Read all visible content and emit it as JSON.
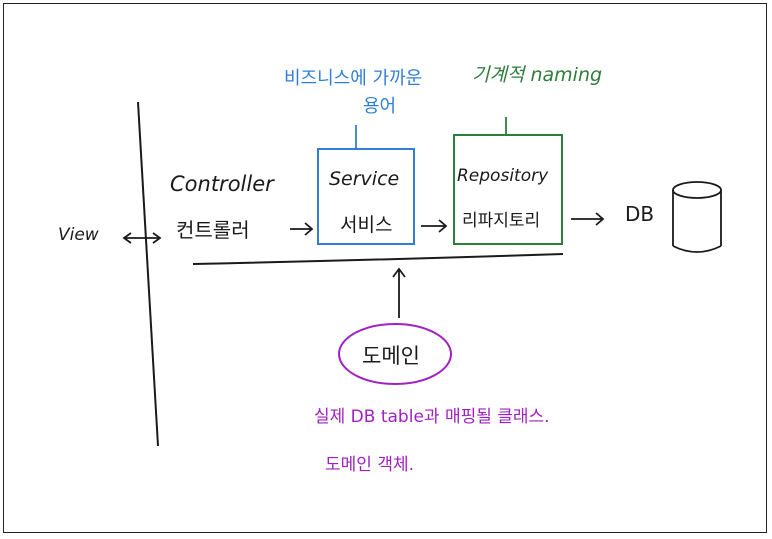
{
  "diagram": {
    "labels": {
      "view": "View",
      "controller_en": "Controller",
      "controller_ko": "컨트롤러",
      "service_en": "Service",
      "service_ko": "서비스",
      "repository_en": "Repository",
      "repository_ko": "리파지토리",
      "db": "DB",
      "domain": "도메인",
      "service_note_line1": "비즈니스에 가까운",
      "service_note_line2": "용어",
      "repository_note": "기계적 naming",
      "domain_note_line1": "실제 DB table과 매핑될 클래스.",
      "domain_note_line2": "도메인 객체."
    },
    "colors": {
      "ink": "#1a1a1a",
      "service": "#2f7fd6",
      "repository": "#2e7d3a",
      "domain": "#a020c0"
    }
  }
}
